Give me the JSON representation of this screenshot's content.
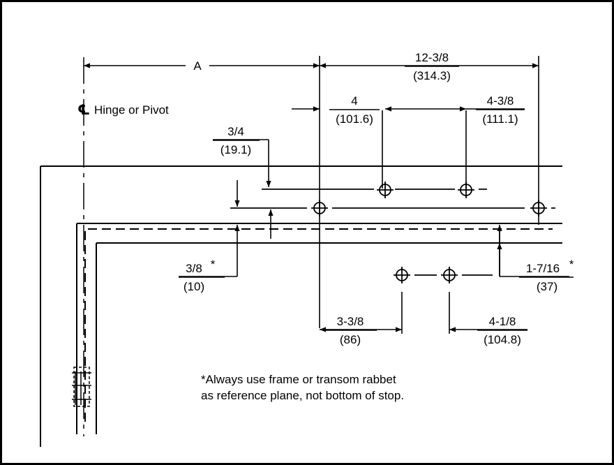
{
  "labels": {
    "dim_a": "A",
    "dim_12_3_8": "12-3/8",
    "dim_314_3": "(314.3)",
    "centerline_symbol": "℄",
    "hinge_label": "Hinge or Pivot",
    "dim_4": "4",
    "dim_101_6": "(101.6)",
    "dim_4_3_8": "4-3/8",
    "dim_111_1": "(111.1)",
    "dim_3_4": "3/4",
    "dim_19_1": "(19.1)",
    "dim_3_8": "3/8",
    "star_3_8": "*",
    "dim_10": "(10)",
    "dim_1_7_16": "1-7/16",
    "star_1_7_16": "*",
    "dim_37": "(37)",
    "dim_3_3_8": "3-3/8",
    "dim_86": "(86)",
    "dim_4_1_8": "4-1/8",
    "dim_104_8": "(104.8)",
    "note_line1": "*Always use frame or transom rabbet",
    "note_line2": "as reference plane, not bottom of stop."
  }
}
